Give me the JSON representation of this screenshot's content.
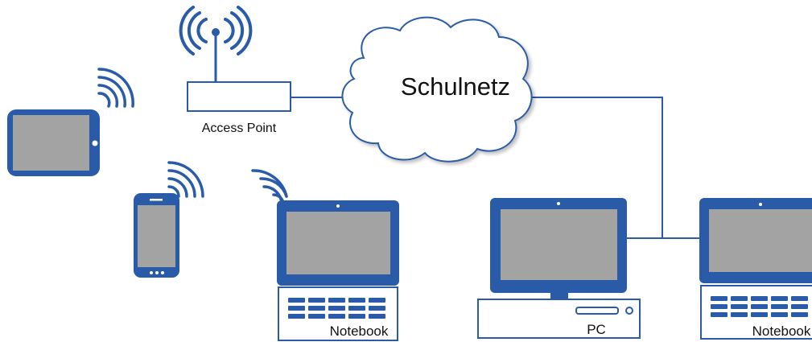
{
  "labels": {
    "network": "Schulnetz",
    "access_point": "Access Point",
    "notebook_center": "Notebook",
    "pc": "PC",
    "notebook_right": "Notebook"
  },
  "colors": {
    "device_blue": "#2a5ba8",
    "screen_gray": "#a3a3a3",
    "outline": "#2a5ba8",
    "line": "#2a5ba8",
    "background": "#ffffff"
  },
  "icons": [
    "wifi-signal-icon",
    "antenna-icon",
    "tablet-icon",
    "smartphone-icon",
    "notebook-icon",
    "pc-icon",
    "cloud-icon"
  ]
}
